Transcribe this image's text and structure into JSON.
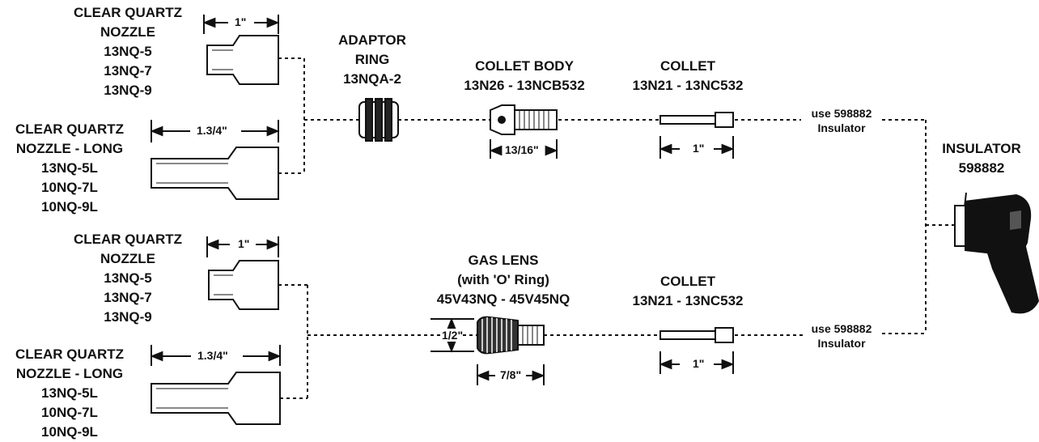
{
  "top": {
    "nozzle": {
      "name": [
        "CLEAR QUARTZ",
        "NOZZLE"
      ],
      "parts": [
        "13NQ-5",
        "13NQ-7",
        "13NQ-9"
      ],
      "dim": "1\""
    },
    "nozzle_long": {
      "name": [
        "CLEAR QUARTZ",
        "NOZZLE - LONG"
      ],
      "parts": [
        "13NQ-5L",
        "10NQ-7L",
        "10NQ-9L"
      ],
      "dim": "1.3/4\""
    },
    "adaptor": {
      "name": [
        "ADAPTOR",
        "RING",
        "13NQA-2"
      ]
    },
    "collet_body": {
      "name": [
        "COLLET BODY",
        "13N26 - 13NCB532"
      ],
      "dim": "13/16\""
    },
    "collet": {
      "name": [
        "COLLET",
        "13N21 - 13NC532"
      ],
      "dim": "1\""
    },
    "use_note": [
      "use 598882",
      "Insulator"
    ]
  },
  "bottom": {
    "nozzle": {
      "name": [
        "CLEAR QUARTZ",
        "NOZZLE"
      ],
      "parts": [
        "13NQ-5",
        "13NQ-7",
        "13NQ-9"
      ],
      "dim": "1\""
    },
    "nozzle_long": {
      "name": [
        "CLEAR QUARTZ",
        "NOZZLE - LONG"
      ],
      "parts": [
        "13NQ-5L",
        "10NQ-7L",
        "10NQ-9L"
      ],
      "dim": "1.3/4\""
    },
    "gas_lens": {
      "name": [
        "GAS LENS",
        "(with 'O' Ring)",
        "45V43NQ - 45V45NQ"
      ],
      "dim_len": "7/8\"",
      "dim_dia": "1/2\""
    },
    "collet": {
      "name": [
        "COLLET",
        "13N21 - 13NC532"
      ],
      "dim": "1\""
    },
    "use_note": [
      "use 598882",
      "Insulator"
    ]
  },
  "insulator": {
    "name": [
      "INSULATOR",
      "598882"
    ]
  }
}
